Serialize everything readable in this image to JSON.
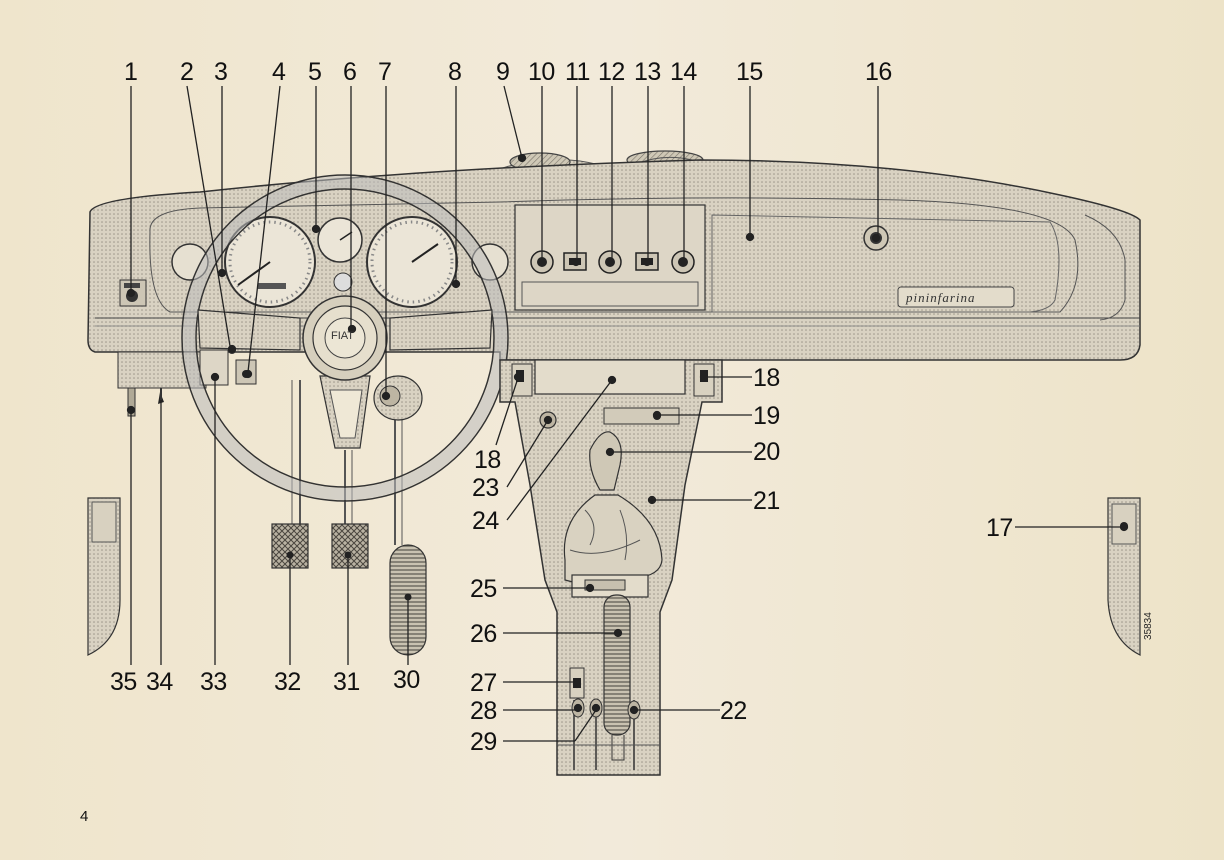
{
  "diagram": {
    "callouts": [
      "1",
      "2",
      "3",
      "4",
      "5",
      "6",
      "7",
      "8",
      "9",
      "10",
      "11",
      "12",
      "13",
      "14",
      "15",
      "16",
      "17",
      "18",
      "18",
      "19",
      "20",
      "21",
      "22",
      "23",
      "24",
      "25",
      "26",
      "27",
      "28",
      "29",
      "30",
      "31",
      "32",
      "33",
      "34",
      "35"
    ],
    "brand_badge": "pininfarina",
    "wheel_logo": "FIAT",
    "reference_code": "35834"
  },
  "page": {
    "number": "4"
  }
}
